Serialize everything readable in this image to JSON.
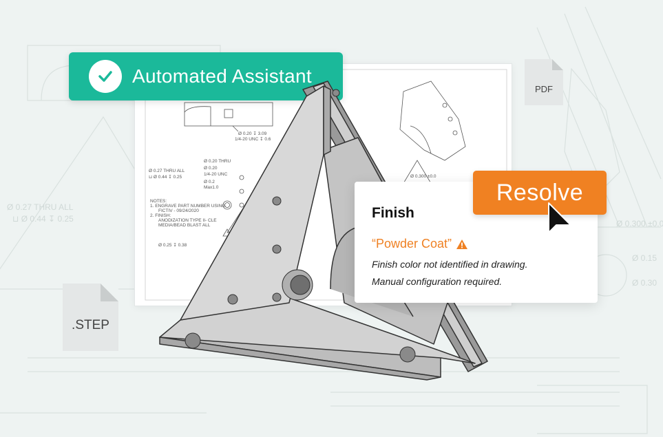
{
  "badge": {
    "label": "Automated Assistant",
    "icon": "check-circle-icon",
    "color": "#1bb99a"
  },
  "files": {
    "pdf_label": "PDF",
    "step_label": ".STEP"
  },
  "card": {
    "title": "Finish",
    "value": "“Powder Coat”",
    "warning_icon": "warning-icon",
    "message_line1": "Finish color not identified in drawing.",
    "message_line2": "Manual configuration required."
  },
  "resolve_button": {
    "label": "Resolve",
    "color": "#f08122"
  },
  "drawing": {
    "callouts": [
      "Ø 0.20 ↧ 3.09",
      "1/4-20 UNC ↧ 0.6",
      "Ø 0.27 THRU ALL",
      "⊔ Ø 0.44 ↧ 0.25",
      "Ø 0.20 THRU",
      "Ø 0.20",
      "1/4-20 UNC",
      "Ø 0.2",
      "Max1.0",
      "Ø 0.25 ↧ 0.38",
      "Ø 0.300 ±0.0"
    ],
    "notes": [
      "NOTES:",
      "1. ENGRAVE PART NUMBER USING",
      "FICTIV - 09/24/2020",
      "2. FINISH:",
      "ANODIZATION TYPE II- CLE",
      "MEDIA/BEAD BLAST ALL"
    ]
  },
  "background_text": [
    "Ø 0.27 THRU ALL",
    "⊔ Ø 0.44 ↧ 0.25",
    "Ø 0.300 ±0.0",
    "Ø 0.15",
    "Ø 0.30"
  ]
}
